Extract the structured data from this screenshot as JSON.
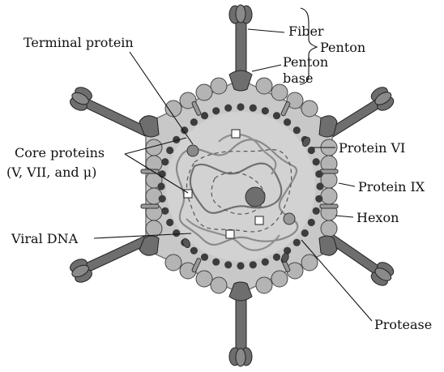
{
  "labels": {
    "fiber": "Fiber",
    "penton": "Penton",
    "penton_base_line1": "Penton",
    "penton_base_line2": "base",
    "terminal_protein": "Terminal protein",
    "core_proteins_line1": "Core proteins",
    "core_proteins_line2": "(V, VII, and μ)",
    "protein_vi": "Protein VI",
    "protein_ix": "Protein IX",
    "hexon": "Hexon",
    "viral_dna": "Viral DNA",
    "protease": "Protease"
  },
  "colors": {
    "capsid_fill": "#c8c8c8",
    "capsomer_fill": "#b4b4b4",
    "penton_fill": "#6e6e6e",
    "core_bead": "#3c3c3c",
    "dna_strand": "#8a8a8a",
    "protein_ix": "#9a9a9a"
  }
}
